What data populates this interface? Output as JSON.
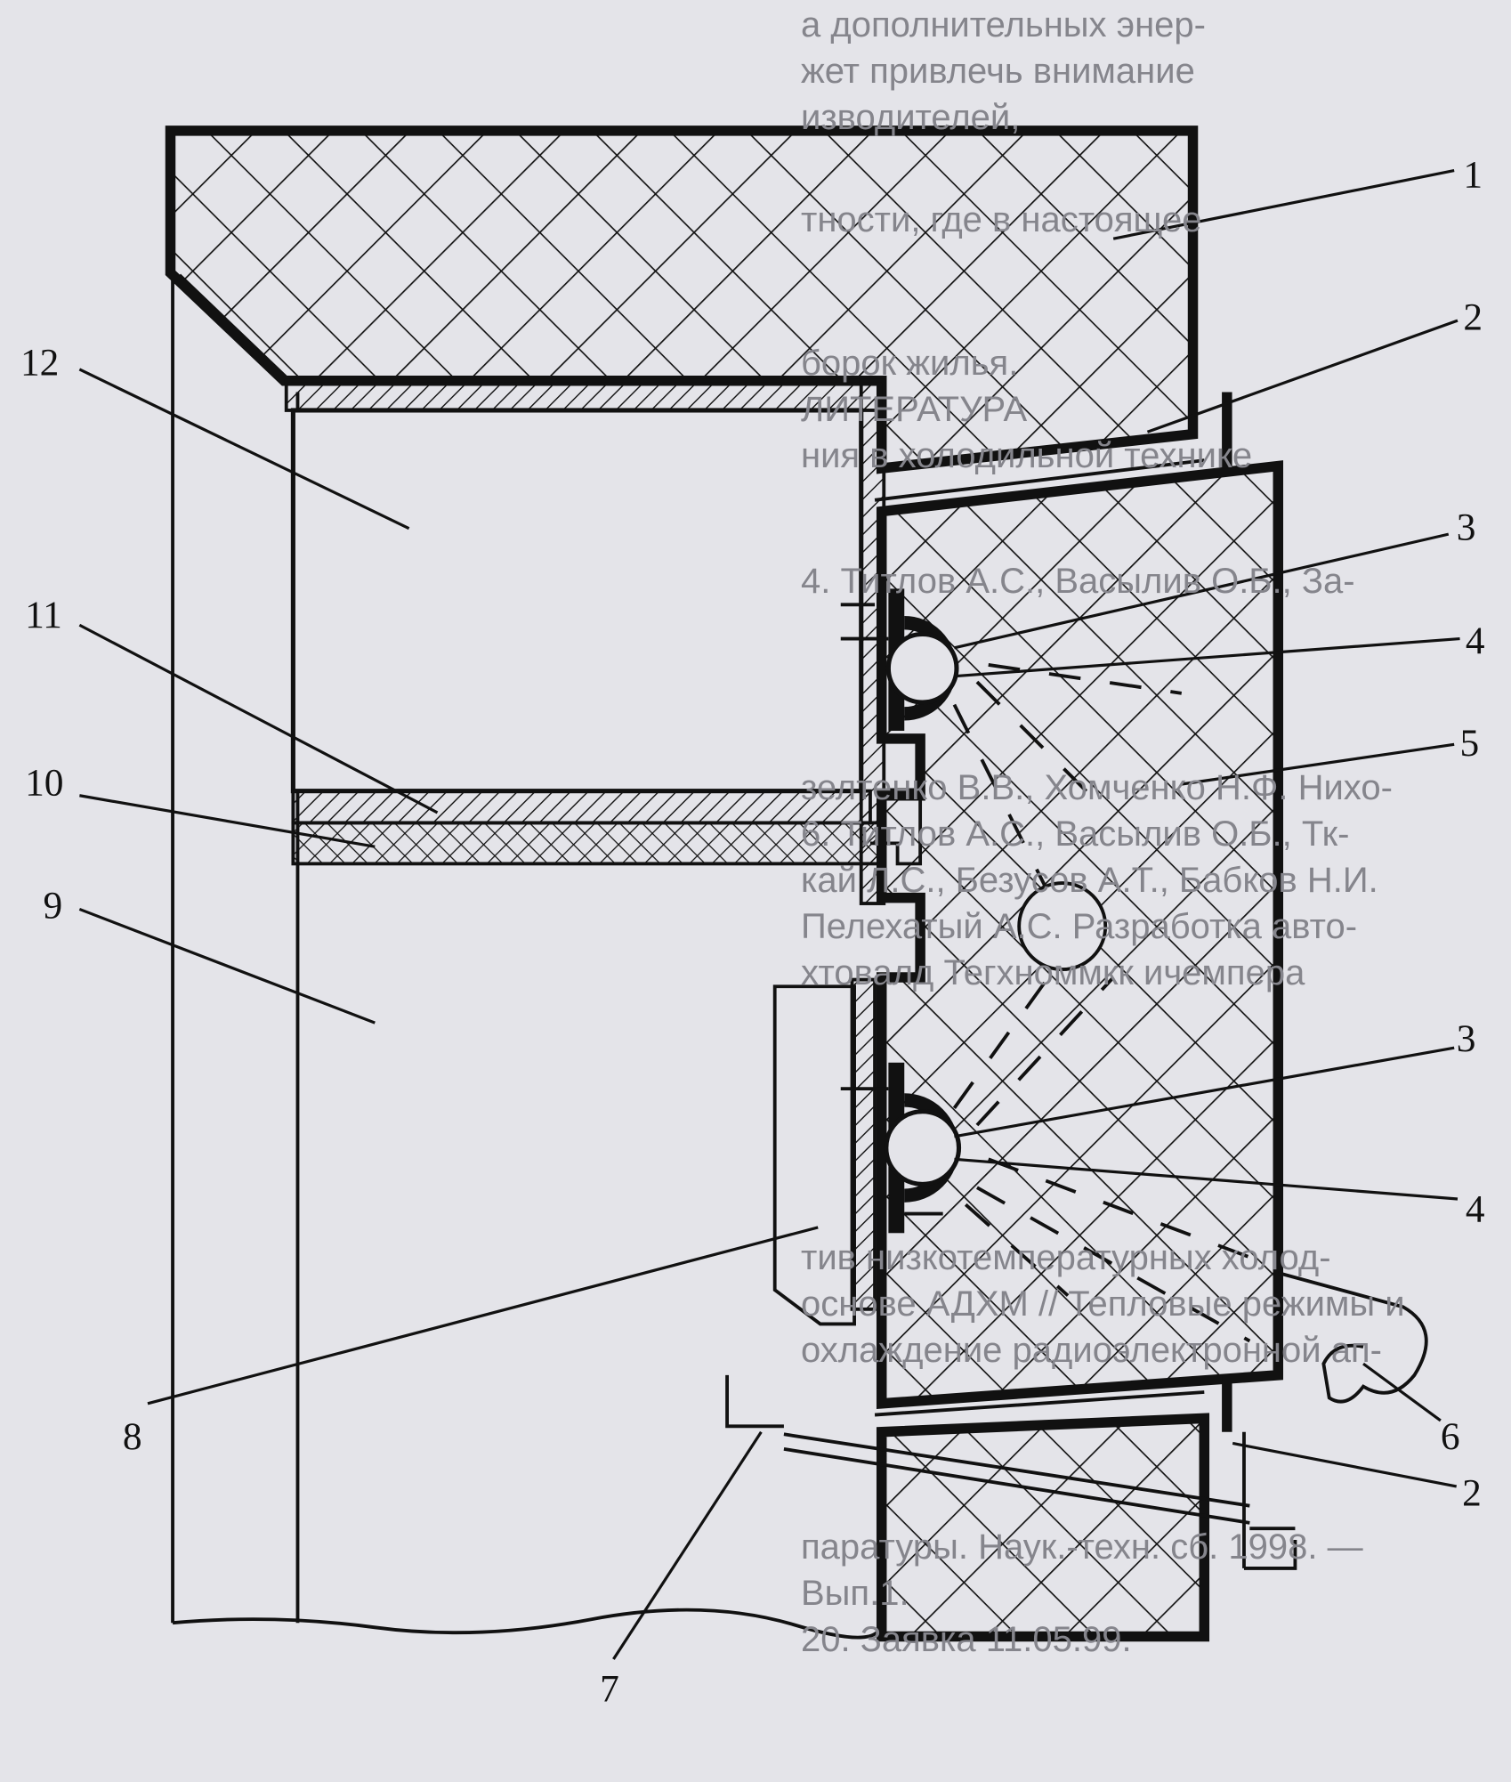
{
  "figure": {
    "labels": [
      "1",
      "2",
      "3",
      "4",
      "5",
      "6",
      "2",
      "7",
      "8",
      "9",
      "10",
      "11",
      "12",
      "3",
      "4"
    ]
  },
  "background_text": [
    "а дополнительных энер-",
    "жет привлечь внимание",
    "изводителей,",
    "тности, где в настоящее",
    "борок жилья.",
    "ЛИТЕРАТУРА",
    "4. Титлов А.С., Васылив О.Б., За-",
    "зелтенко В.В., Хомченко Н.Ф. Нихо-",
    "6. Титлов А.С., Васылив О.Б., Тк-",
    "кай Л.С., Безусов А.Т., Бабков Н.И.",
    "Пелехатый А.С. Разработка авто-",
    "ния в холодильной технике",
    "хтовалд Тегхноммкк ичемпера",
    "тив низкотемпературных холод-",
    "основе АДХМ // Тепловые режимы и",
    "охлаждение радиоэлектронной ап-",
    "паратуры. Наук.-техн. сб. 1998. —",
    "Вып.1.",
    "20. Заявка 11.05.99."
  ]
}
